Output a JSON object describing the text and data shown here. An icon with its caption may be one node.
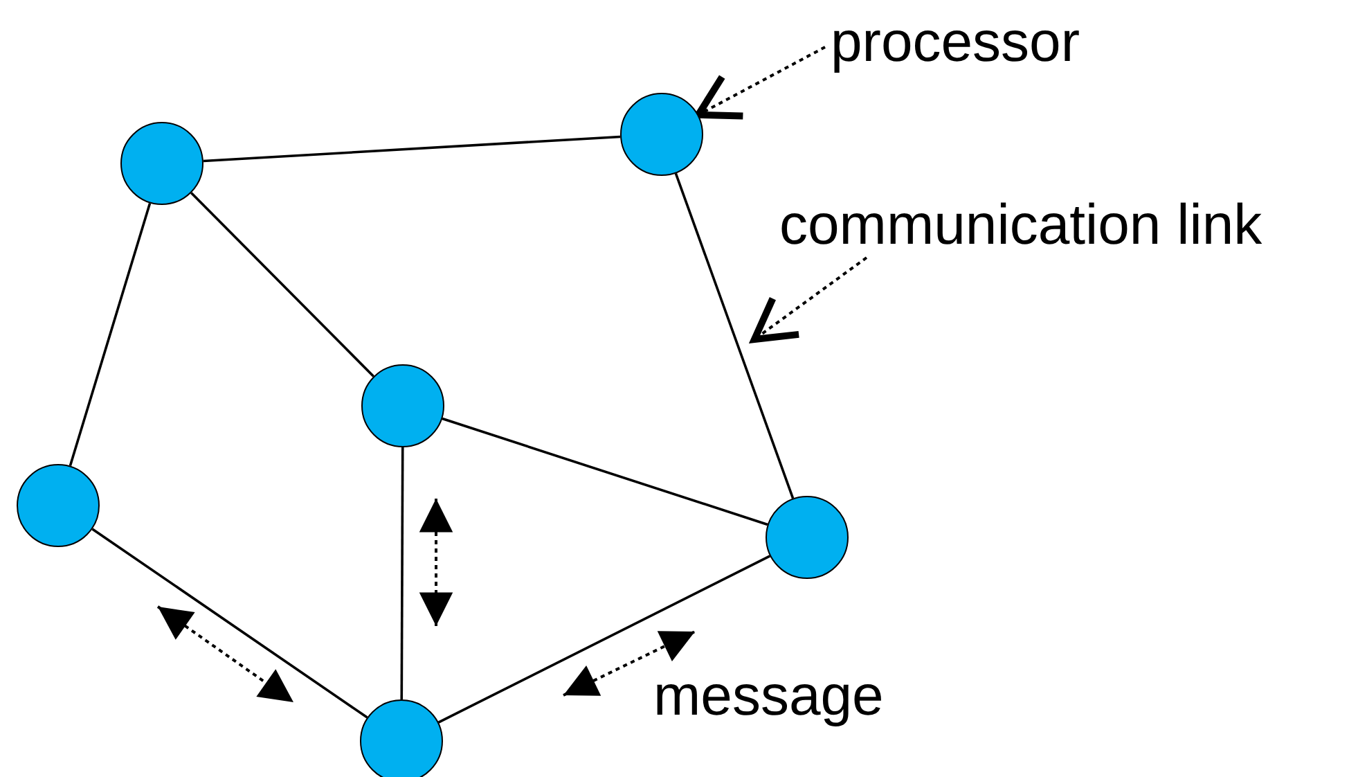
{
  "diagram": {
    "nodes": [
      {
        "text": [],
        "shape": "circle"
      },
      {
        "text": [],
        "shape": "circle"
      },
      {
        "text": [],
        "shape": "circle"
      },
      {
        "text": [],
        "shape": "circle"
      },
      {
        "text": [],
        "shape": "circle"
      },
      {
        "text": [],
        "shape": "circle"
      },
      {
        "text": [
          "processor"
        ]
      },
      {
        "text": [
          "communication link"
        ]
      }
    ],
    "edges": [
      {
        "from": 1,
        "to": 0,
        "arrow": "none"
      },
      {
        "from": 1,
        "to": 2,
        "arrow": "none"
      },
      {
        "from": 1,
        "to": 3,
        "arrow": "none"
      },
      {
        "from": 0,
        "to": 4,
        "arrow": "none"
      },
      {
        "from": 2,
        "to": 4,
        "arrow": "none"
      },
      {
        "from": 2,
        "to": 5,
        "arrow": "none"
      },
      {
        "from": 3,
        "to": 5,
        "arrow": "none"
      },
      {
        "from": 5,
        "to": 4,
        "arrow": "none"
      },
      {
        "from": 6,
        "to": 0,
        "arrow": "to",
        "style": "dashed"
      },
      {
        "from": 7,
        "to": null,
        "arrow": "to",
        "style": "dashed"
      }
    ],
    "labels": [
      "message"
    ]
  }
}
